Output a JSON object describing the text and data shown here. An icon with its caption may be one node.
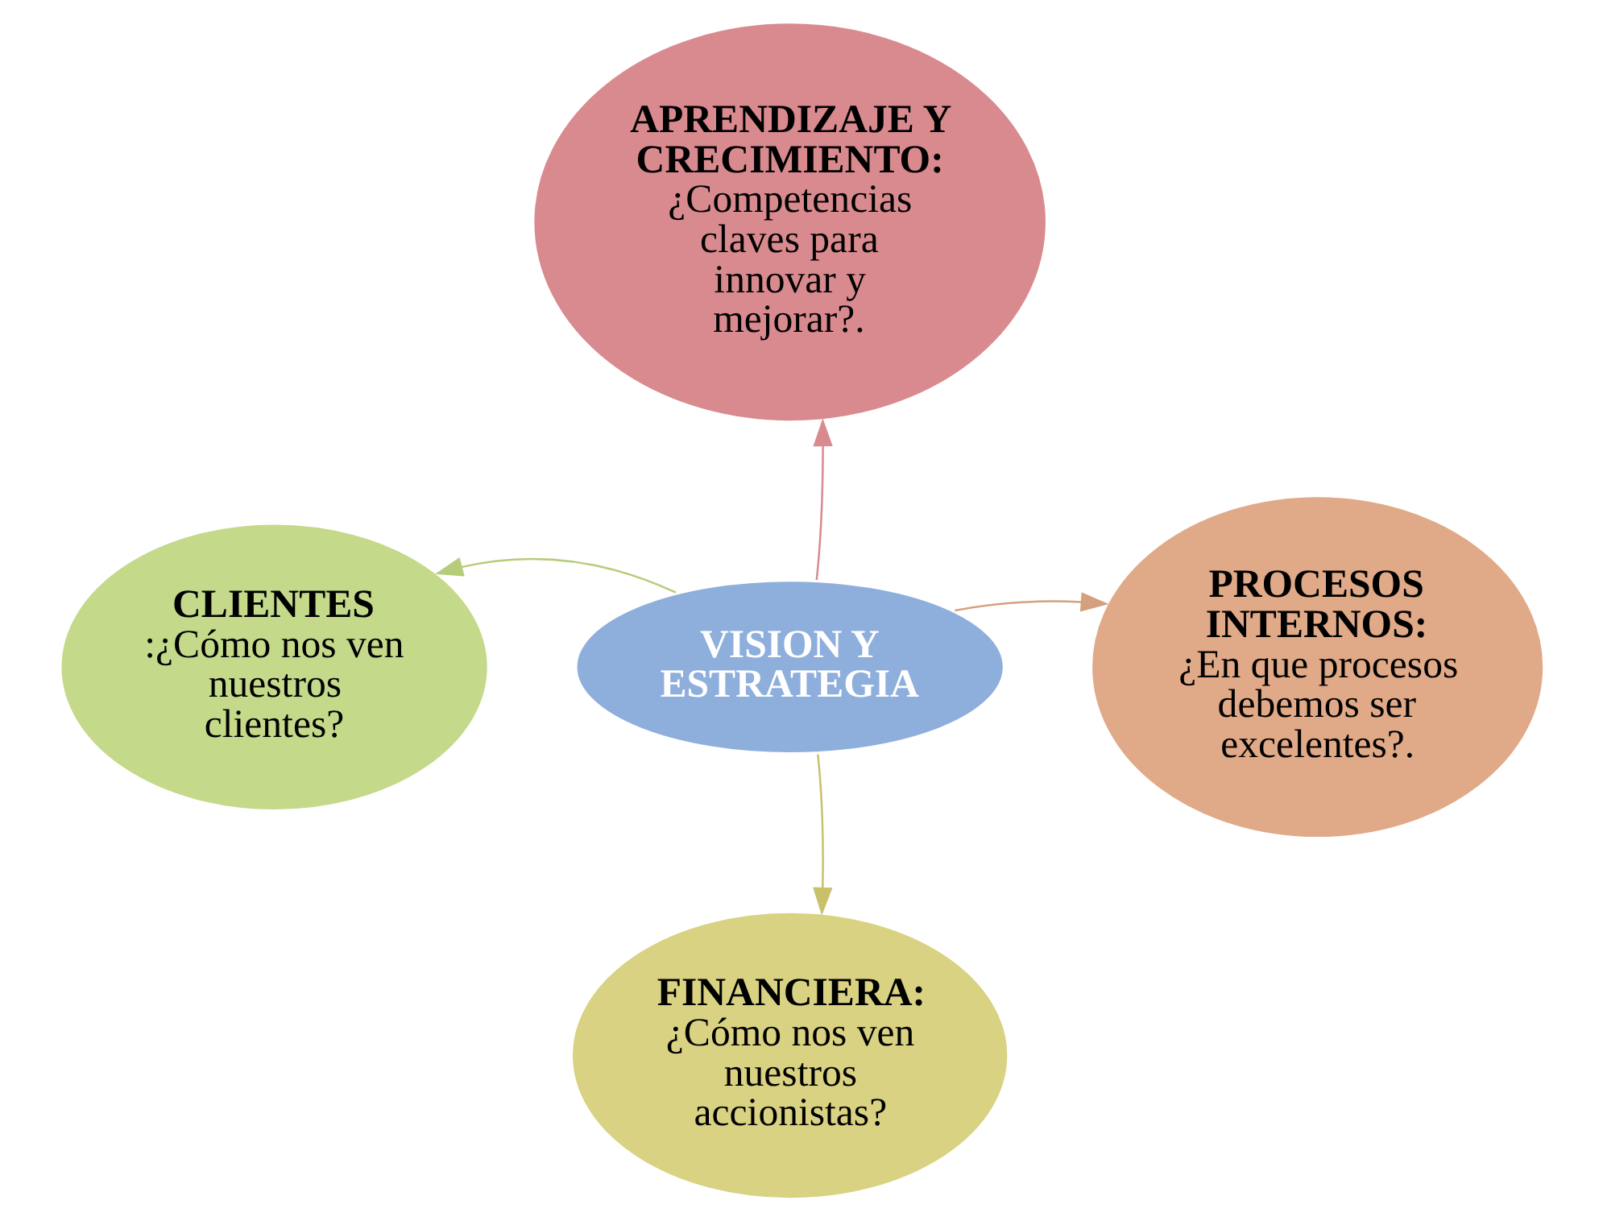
{
  "diagram": {
    "nodes": [
      {
        "text": [
          "APRENDIZAJE Y CRECIMIENTO:",
          "¿Competencias claves para innovar y mejorar?."
        ]
      },
      {
        "text": [
          "CLIENTES",
          ":¿Cómo nos ven nuestros clientes?"
        ]
      },
      {
        "text": [
          "VISION Y ESTRATEGIA"
        ]
      },
      {
        "text": [
          "PROCESOS INTERNOS:",
          "¿En que procesos debemos ser excelentes?."
        ]
      },
      {
        "text": [
          "FINANCIERA:",
          "¿Cómo nos ven nuestros accionistas?"
        ]
      }
    ],
    "edges": [
      {
        "from": 2,
        "to": 0,
        "arrow": "to",
        "color": "#d98a8f"
      },
      {
        "from": 2,
        "to": 1,
        "arrow": "to",
        "color": "#b5cc7a"
      },
      {
        "from": 2,
        "to": 3,
        "arrow": "to",
        "color": "#d4a07e"
      },
      {
        "from": 2,
        "to": 4,
        "arrow": "to",
        "color": "#c9c06a"
      }
    ]
  }
}
